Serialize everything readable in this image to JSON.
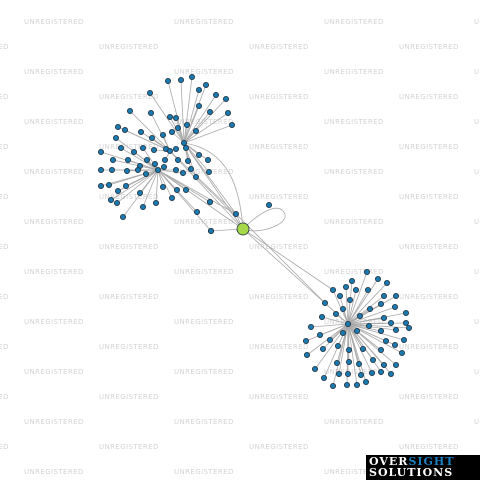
{
  "watermark": {
    "text": "UNREGISTERED",
    "color": "#d3d3d3"
  },
  "graph": {
    "edge_color": "#a9a9a9",
    "node_color": "#1a7ab0",
    "hub_color": "#a6d84a",
    "clusters": [
      {
        "name": "upper-left cluster",
        "leaf_count": 72
      },
      {
        "name": "lower-right cluster",
        "leaf_count": 62
      }
    ]
  },
  "logo": {
    "word1_white": "OVER",
    "word1_accent": "SIGHT",
    "word2": "SOLUTIONS",
    "accent_color": "#1a7fc0"
  }
}
